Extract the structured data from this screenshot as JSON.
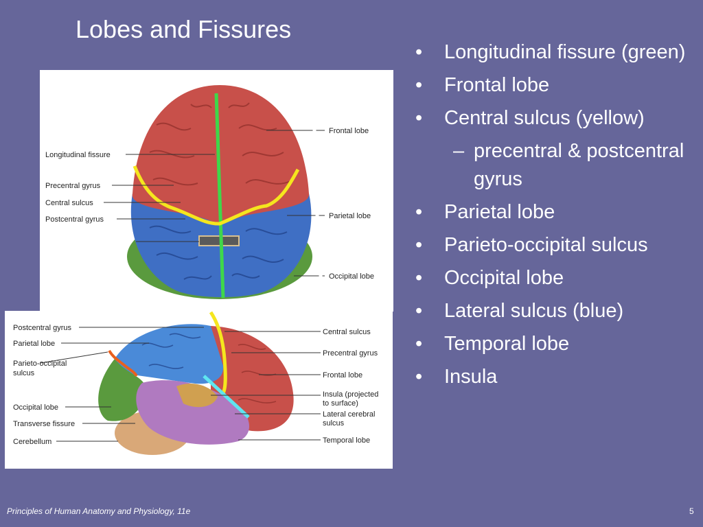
{
  "slide": {
    "title": "Lobes and Fissures",
    "footer": "Principles of Human Anatomy and Physiology, 11e",
    "page_number": "5"
  },
  "bullets": [
    {
      "level": 1,
      "text": "Longitudinal fissure (green)"
    },
    {
      "level": 1,
      "text": "Frontal lobe"
    },
    {
      "level": 1,
      "text": "Central sulcus (yellow)"
    },
    {
      "level": 2,
      "text": "precentral & postcentral gyrus"
    },
    {
      "level": 1,
      "text": "Parietal lobe"
    },
    {
      "level": 1,
      "text": "Parieto-occipital sulcus"
    },
    {
      "level": 1,
      "text": "Occipital lobe"
    },
    {
      "level": 1,
      "text": "Lateral sulcus (blue)"
    },
    {
      "level": 1,
      "text": "Temporal lobe"
    },
    {
      "level": 1,
      "text": "Insula"
    }
  ],
  "top_figure": {
    "labels": {
      "longitudinal_fissure": "Longitudinal fissure",
      "precentral_gyrus": "Precentral gyrus",
      "central_sulcus": "Central sulcus",
      "postcentral_gyrus": "Postcentral gyrus",
      "frontal_lobe": "Frontal lobe",
      "parietal_lobe": "Parietal lobe",
      "occipital_lobe": "Occipital lobe"
    }
  },
  "bottom_figure": {
    "labels": {
      "postcentral_gyrus": "Postcentral gyrus",
      "parietal_lobe": "Parietal lobe",
      "parieto_occipital_1": "Parieto-occipital",
      "parieto_occipital_2": "sulcus",
      "occipital_lobe": "Occipital lobe",
      "transverse_fissure": "Transverse fissure",
      "cerebellum": "Cerebellum",
      "central_sulcus": "Central sulcus",
      "precentral_gyrus": "Precentral gyrus",
      "frontal_lobe": "Frontal lobe",
      "insula_1": "Insula (projected",
      "insula_2": "to surface)",
      "lateral_1": "Lateral cerebral",
      "lateral_2": "sulcus",
      "temporal_lobe": "Temporal lobe"
    }
  },
  "colors": {
    "background": "#66669a",
    "frontal": "#c8504a",
    "parietal": "#3f6fc4",
    "occipital": "#5a9a3e",
    "temporal": "#b07ac0",
    "cerebellum": "#d9a878",
    "insula": "#d0a050",
    "longitudinal_line": "#3fd74a",
    "central_line": "#f5e61e",
    "lateral_line": "#5fe6f0",
    "parieto_occipital_line": "#e8601e"
  }
}
